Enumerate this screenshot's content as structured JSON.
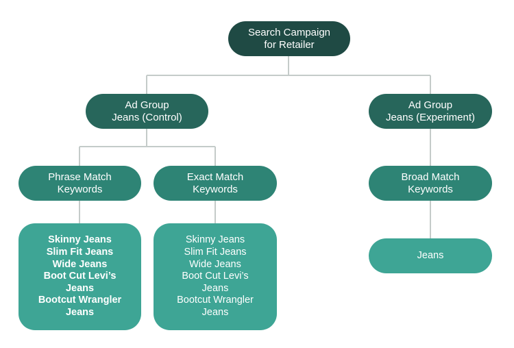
{
  "root": {
    "line1": "Search Campaign",
    "line2": "for Retailer"
  },
  "ad_group_control": {
    "line1": "Ad Group",
    "line2": "Jeans (Control)"
  },
  "ad_group_experiment": {
    "line1": "Ad Group",
    "line2": "Jeans (Experiment)"
  },
  "phrase_match": {
    "line1": "Phrase Match",
    "line2": "Keywords"
  },
  "exact_match": {
    "line1": "Exact Match",
    "line2": "Keywords"
  },
  "broad_match": {
    "line1": "Broad Match",
    "line2": "Keywords"
  },
  "phrase_keywords": [
    "Skinny Jeans",
    "Slim Fit Jeans",
    "Wide Jeans",
    "Boot Cut Levi’s",
    "Jeans",
    "Bootcut Wrangler",
    "Jeans"
  ],
  "exact_keywords": [
    "Skinny Jeans",
    "Slim Fit Jeans",
    "Wide Jeans",
    "Boot Cut Levi’s",
    "Jeans",
    "Bootcut Wrangler",
    "Jeans"
  ],
  "broad_keywords": [
    "Jeans"
  ],
  "colors": {
    "root": "#1f4a44",
    "level1": "#27665b",
    "level2": "#2e8475",
    "leaf": "#3ea595",
    "connector": "#c4cbc9"
  }
}
